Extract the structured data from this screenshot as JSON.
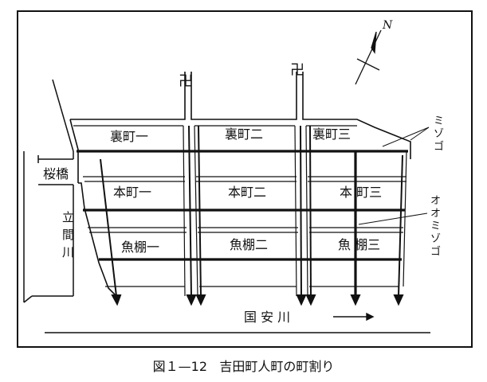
{
  "figure": {
    "caption_number": "図１—12",
    "caption_title": "吉田町人町の町割り"
  },
  "map": {
    "north": "N",
    "temple_mark": "卍",
    "bridge": "桜橋",
    "river_west": [
      "立",
      "間",
      "川"
    ],
    "river_south": "国 安 川",
    "ditch_small": [
      "ミ",
      "ゾ",
      "ゴ"
    ],
    "ditch_large": [
      "オ",
      "オ",
      "ミ",
      "ゾ",
      "ゴ"
    ],
    "blocks": {
      "ura1": "裏町一",
      "ura2": "裏町二",
      "ura3": "裏町三",
      "hon1": "本町一",
      "hon2": "本町二",
      "hon3": "本 町三",
      "uo1": "魚棚一",
      "uo2": "魚棚二",
      "uo3": "魚 棚三"
    }
  }
}
